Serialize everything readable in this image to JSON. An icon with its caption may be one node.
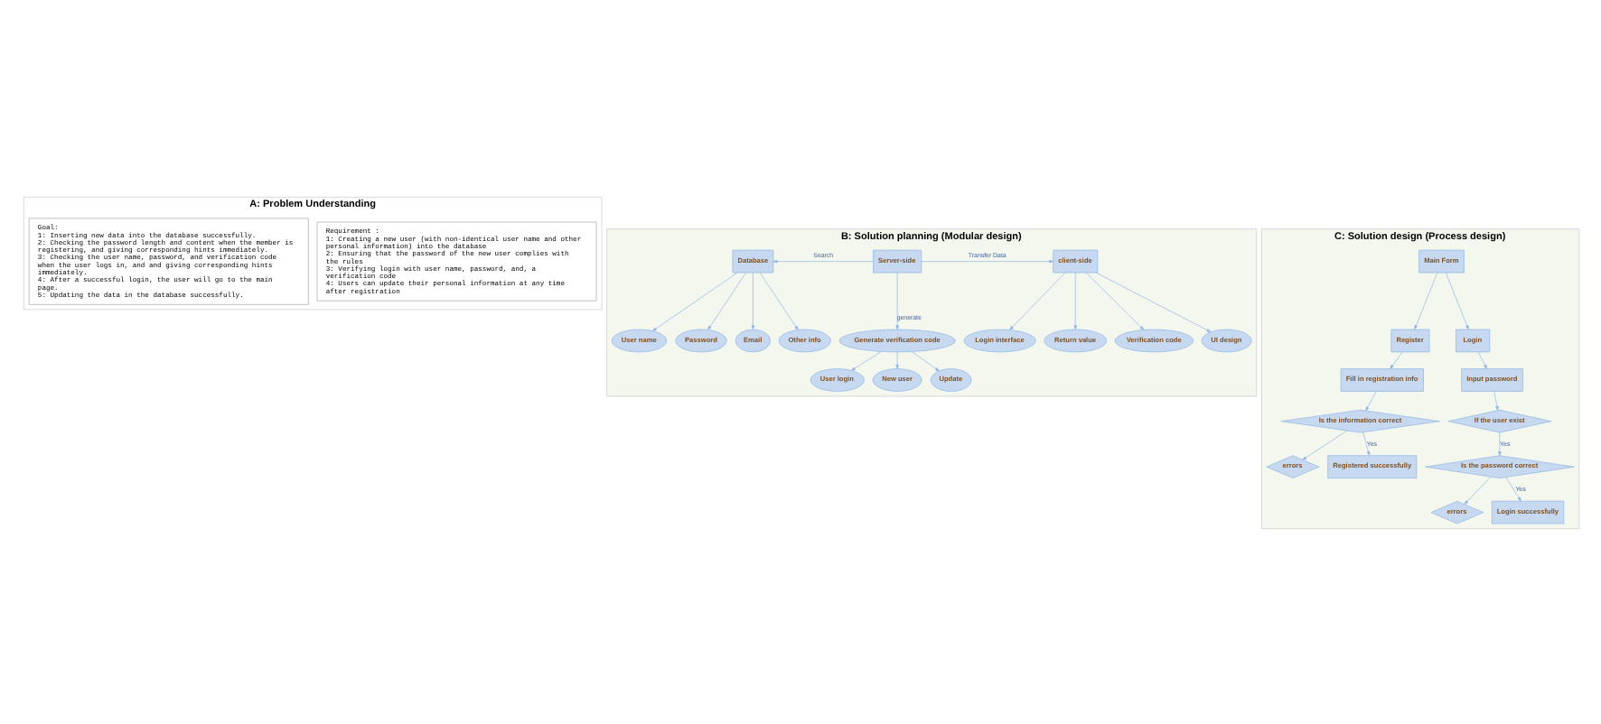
{
  "diagram": {
    "nodes": [
      {
        "text": [
          "A: Problem Understanding"
        ]
      },
      {
        "text": [
          "Requirement :",
          "1: Creating a new user (with non-identical user name and other personal information) into the database",
          "2: Ensuring that the password of the new user complies with the rules",
          "3: Verifying login with user name, password, and, a verification code",
          "4: Users can update their personal information at any time after registration"
        ],
        "in": 0
      },
      {
        "text": [
          "Goal:",
          "1: Inserting new data into the database successfully.",
          "2: Checking the password length and content when the member is registering, and giving corresponding hints immediately.",
          "3: Checking the user name, password, and verification code when the user logs in, and and giving corresponding hints immediately.",
          "4: After a successful login, the user will go to the main page.",
          "5: Updating the data in the database successfully."
        ],
        "in": 0
      },
      {
        "text": [
          "B: Solution planning (Modular design)"
        ]
      },
      {
        "text": [
          "Database"
        ],
        "in": 3
      },
      {
        "text": [
          "Server-side"
        ],
        "in": 3
      },
      {
        "text": [
          "client-side"
        ],
        "in": 3
      },
      {
        "text": [
          "User name"
        ],
        "in": 3
      },
      {
        "text": [
          "Password"
        ],
        "in": 3
      },
      {
        "text": [
          "Email"
        ],
        "in": 3
      },
      {
        "text": [
          "Other info"
        ],
        "in": 3
      },
      {
        "text": [
          "Generate verification code"
        ],
        "in": 3
      },
      {
        "text": [
          "User login"
        ],
        "in": 3
      },
      {
        "text": [
          "New user"
        ],
        "in": 3
      },
      {
        "text": [
          "Update"
        ],
        "in": 3
      },
      {
        "text": [
          "UI design"
        ],
        "in": 3
      },
      {
        "text": [
          "Login interface"
        ],
        "in": 3
      },
      {
        "text": [
          "Return value"
        ],
        "in": 3
      },
      {
        "text": [
          "Verification code"
        ],
        "in": 3
      },
      {
        "text": [
          "C: Solution design (Process design)"
        ]
      },
      {
        "text": [
          "Main Form"
        ],
        "in": 19
      },
      {
        "text": [
          "Register"
        ],
        "in": 19
      },
      {
        "text": [
          "Login"
        ],
        "in": 19
      },
      {
        "text": [
          "Fill in registration info"
        ],
        "in": 19
      },
      {
        "text": [
          "Is the information correct"
        ],
        "in": 19
      },
      {
        "text": [
          "errors"
        ],
        "in": 19
      },
      {
        "text": [
          "Registered successfully"
        ],
        "in": 19
      },
      {
        "text": [
          "Input password"
        ],
        "in": 19
      },
      {
        "text": [
          "If the user exist"
        ],
        "in": 19
      },
      {
        "text": [
          "Is the password correct"
        ],
        "in": 19
      },
      {
        "text": [
          "errors"
        ],
        "in": 19
      },
      {
        "text": [
          "Login successfully"
        ],
        "in": 19
      }
    ],
    "edges": [
      {
        "from": 4,
        "to": 7,
        "arrow": "to"
      },
      {
        "from": 4,
        "to": 8,
        "arrow": "to"
      },
      {
        "from": 4,
        "to": 9,
        "arrow": "to"
      },
      {
        "from": 4,
        "to": 10,
        "arrow": "to"
      },
      {
        "from": 5,
        "to": 4,
        "arrow": "to",
        "label": "Search"
      },
      {
        "from": 5,
        "to": 6,
        "arrow": "to",
        "label": "Transfer Data"
      },
      {
        "from": 5,
        "to": 11,
        "arrow": "to",
        "label": "generate"
      },
      {
        "from": 11,
        "to": 12,
        "arrow": "to"
      },
      {
        "from": 11,
        "to": 13,
        "arrow": "to"
      },
      {
        "from": 11,
        "to": 14,
        "arrow": "to"
      },
      {
        "from": 6,
        "to": 15,
        "arrow": "to"
      },
      {
        "from": 6,
        "to": 16,
        "arrow": "to"
      },
      {
        "from": 6,
        "to": 17,
        "arrow": "to"
      },
      {
        "from": 6,
        "to": 18,
        "arrow": "to"
      },
      {
        "from": 20,
        "to": 21,
        "arrow": "to"
      },
      {
        "from": 20,
        "to": 22,
        "arrow": "to"
      },
      {
        "from": 21,
        "to": 23,
        "arrow": "to"
      },
      {
        "from": 23,
        "to": 24,
        "arrow": "to"
      },
      {
        "from": 24,
        "to": 25,
        "arrow": "to"
      },
      {
        "from": 24,
        "to": 26,
        "arrow": "to",
        "label": "Yes"
      },
      {
        "from": 22,
        "to": 27,
        "arrow": "to"
      },
      {
        "from": 27,
        "to": 28,
        "arrow": "to"
      },
      {
        "from": 28,
        "to": 29,
        "arrow": "to",
        "label": "Yes"
      },
      {
        "from": 29,
        "to": 30,
        "arrow": "to"
      },
      {
        "from": 29,
        "to": 31,
        "arrow": "to",
        "label": "Yes"
      }
    ]
  }
}
